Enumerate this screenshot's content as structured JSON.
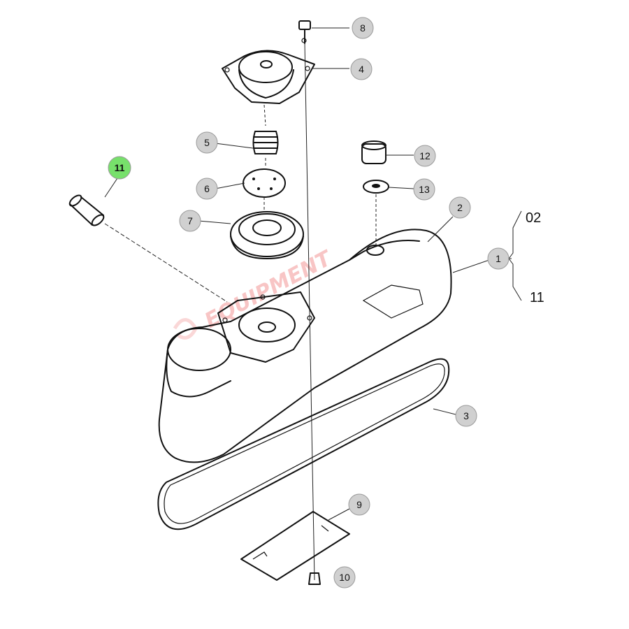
{
  "diagram": {
    "callouts": [
      {
        "id": "c8",
        "label": "8",
        "color": "#d0d0d0"
      },
      {
        "id": "c4",
        "label": "4",
        "color": "#d0d0d0"
      },
      {
        "id": "c5",
        "label": "5",
        "color": "#d0d0d0"
      },
      {
        "id": "c6",
        "label": "6",
        "color": "#d0d0d0"
      },
      {
        "id": "c7",
        "label": "7",
        "color": "#d0d0d0"
      },
      {
        "id": "c11",
        "label": "11",
        "color": "#77e06b",
        "highlighted": true
      },
      {
        "id": "c12",
        "label": "12",
        "color": "#d0d0d0"
      },
      {
        "id": "c13",
        "label": "13",
        "color": "#d0d0d0"
      },
      {
        "id": "c2",
        "label": "2",
        "color": "#d0d0d0"
      },
      {
        "id": "c1",
        "label": "1",
        "color": "#d0d0d0"
      },
      {
        "id": "c3",
        "label": "3",
        "color": "#d0d0d0"
      },
      {
        "id": "c9",
        "label": "9",
        "color": "#d0d0d0"
      },
      {
        "id": "c10",
        "label": "10",
        "color": "#d0d0d0"
      }
    ],
    "variant_labels": {
      "top": "02",
      "bottom": "11"
    },
    "watermark": {
      "text": "EQUIPMENT",
      "color": "#f08080"
    }
  }
}
